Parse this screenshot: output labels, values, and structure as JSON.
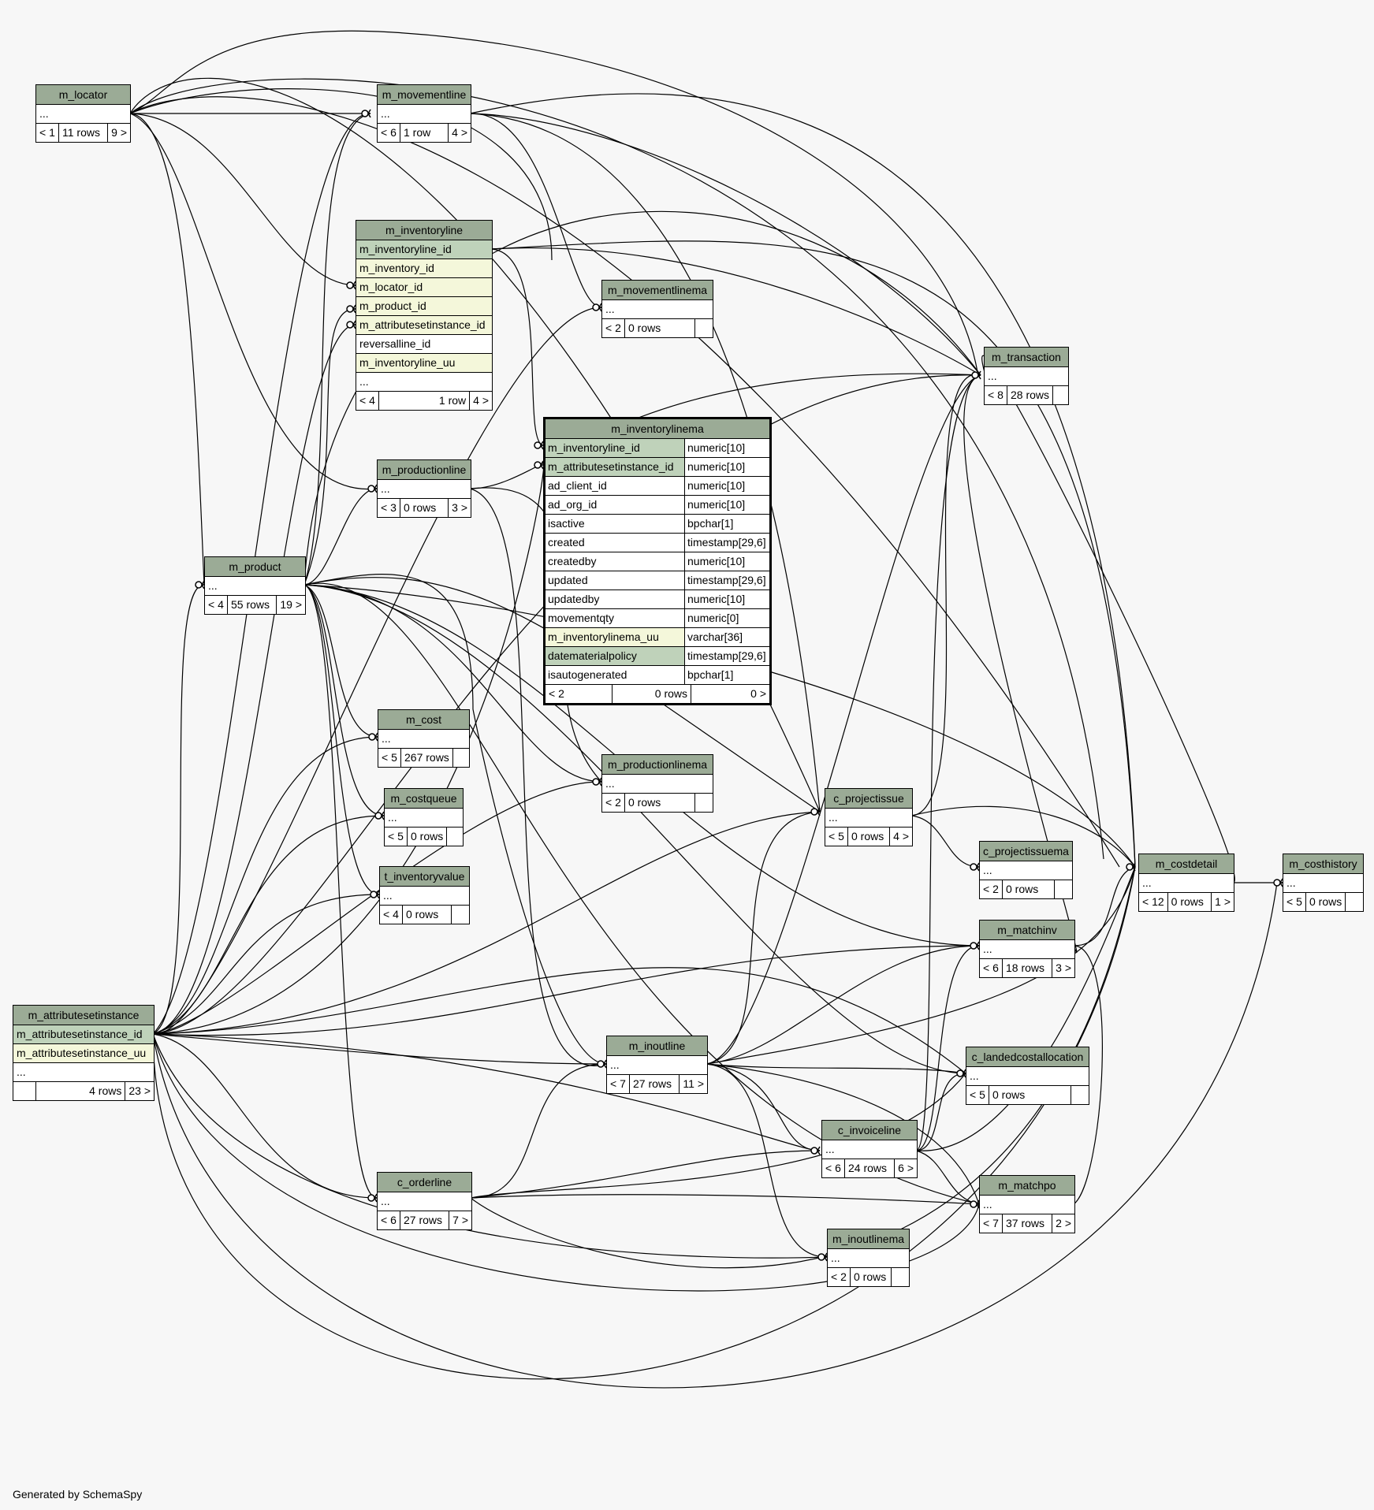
{
  "footer": "Generated by SchemaSpy",
  "colors": {
    "header": "#9bab96",
    "primary_key": "#bfd2ba",
    "foreign_key": "#f4f7da",
    "background": "#f7f7f7"
  },
  "tables": {
    "m_locator": {
      "name": "m_locator",
      "rows": [
        "..."
      ],
      "parents": "< 1",
      "count": "11 rows",
      "children": "9 >"
    },
    "m_movementline": {
      "name": "m_movementline",
      "rows": [
        "..."
      ],
      "parents": "< 6",
      "count": "1 row",
      "children": "4 >"
    },
    "m_inventoryline": {
      "name": "m_inventoryline",
      "rows": [
        "m_inventoryline_id",
        "m_inventory_id",
        "m_locator_id",
        "m_product_id",
        "m_attributesetinstance_id",
        "reversalline_id",
        "m_inventoryline_uu",
        "..."
      ],
      "parents": "< 4",
      "count": "1 row",
      "children": "4 >"
    },
    "m_movementlinema": {
      "name": "m_movementlinema",
      "rows": [
        "..."
      ],
      "parents": "< 2",
      "count": "0 rows",
      "children": ""
    },
    "m_transaction": {
      "name": "m_transaction",
      "rows": [
        "..."
      ],
      "parents": "< 8",
      "count": "28 rows",
      "children": ""
    },
    "m_productionline": {
      "name": "m_productionline",
      "rows": [
        "..."
      ],
      "parents": "< 3",
      "count": "0 rows",
      "children": "3 >"
    },
    "m_product": {
      "name": "m_product",
      "rows": [
        "..."
      ],
      "parents": "< 4",
      "count": "55 rows",
      "children": "19 >"
    },
    "m_cost": {
      "name": "m_cost",
      "rows": [
        "..."
      ],
      "parents": "< 5",
      "count": "267 rows",
      "children": ""
    },
    "m_costqueue": {
      "name": "m_costqueue",
      "rows": [
        "..."
      ],
      "parents": "< 5",
      "count": "0 rows",
      "children": ""
    },
    "t_inventoryvalue": {
      "name": "t_inventoryvalue",
      "rows": [
        "..."
      ],
      "parents": "< 4",
      "count": "0 rows",
      "children": ""
    },
    "m_productionlinema": {
      "name": "m_productionlinema",
      "rows": [
        "..."
      ],
      "parents": "< 2",
      "count": "0 rows",
      "children": ""
    },
    "c_projectissue": {
      "name": "c_projectissue",
      "rows": [
        "..."
      ],
      "parents": "< 5",
      "count": "0 rows",
      "children": "4 >"
    },
    "c_projectissuema": {
      "name": "c_projectissuema",
      "rows": [
        "..."
      ],
      "parents": "< 2",
      "count": "0 rows",
      "children": ""
    },
    "m_costdetail": {
      "name": "m_costdetail",
      "rows": [
        "..."
      ],
      "parents": "< 12",
      "count": "0 rows",
      "children": "1 >"
    },
    "m_costhistory": {
      "name": "m_costhistory",
      "rows": [
        "..."
      ],
      "parents": "< 5",
      "count": "0 rows",
      "children": ""
    },
    "m_matchinv": {
      "name": "m_matchinv",
      "rows": [
        "..."
      ],
      "parents": "< 6",
      "count": "18 rows",
      "children": "3 >"
    },
    "m_attributesetinstance": {
      "name": "m_attributesetinstance",
      "rows": [
        "m_attributesetinstance_id",
        "m_attributesetinstance_uu",
        "..."
      ],
      "parents": "",
      "count": "4 rows",
      "children": "23 >"
    },
    "m_inoutline": {
      "name": "m_inoutline",
      "rows": [
        "..."
      ],
      "parents": "< 7",
      "count": "27 rows",
      "children": "11 >"
    },
    "c_landedcostallocation": {
      "name": "c_landedcostallocation",
      "rows": [
        "..."
      ],
      "parents": "< 5",
      "count": "0 rows",
      "children": ""
    },
    "c_invoiceline": {
      "name": "c_invoiceline",
      "rows": [
        "..."
      ],
      "parents": "< 6",
      "count": "24 rows",
      "children": "6 >"
    },
    "c_orderline": {
      "name": "c_orderline",
      "rows": [
        "..."
      ],
      "parents": "< 6",
      "count": "27 rows",
      "children": "7 >"
    },
    "m_matchpo": {
      "name": "m_matchpo",
      "rows": [
        "..."
      ],
      "parents": "< 7",
      "count": "37 rows",
      "children": "2 >"
    },
    "m_inoutlinema": {
      "name": "m_inoutlinema",
      "rows": [
        "..."
      ],
      "parents": "< 2",
      "count": "0 rows",
      "children": ""
    }
  },
  "focus_table": {
    "name": "m_inventorylinema",
    "columns": [
      {
        "name": "m_inventoryline_id",
        "type": "numeric[10]",
        "kind": "pk"
      },
      {
        "name": "m_attributesetinstance_id",
        "type": "numeric[10]",
        "kind": "pk"
      },
      {
        "name": "ad_client_id",
        "type": "numeric[10]",
        "kind": ""
      },
      {
        "name": "ad_org_id",
        "type": "numeric[10]",
        "kind": ""
      },
      {
        "name": "isactive",
        "type": "bpchar[1]",
        "kind": ""
      },
      {
        "name": "created",
        "type": "timestamp[29,6]",
        "kind": ""
      },
      {
        "name": "createdby",
        "type": "numeric[10]",
        "kind": ""
      },
      {
        "name": "updated",
        "type": "timestamp[29,6]",
        "kind": ""
      },
      {
        "name": "updatedby",
        "type": "numeric[10]",
        "kind": ""
      },
      {
        "name": "movementqty",
        "type": "numeric[0]",
        "kind": ""
      },
      {
        "name": "m_inventorylinema_uu",
        "type": "varchar[36]",
        "kind": "fk"
      },
      {
        "name": "datematerialpolicy",
        "type": "timestamp[29,6]",
        "kind": "pk"
      },
      {
        "name": "isautogenerated",
        "type": "bpchar[1]",
        "kind": ""
      }
    ],
    "parents": "< 2",
    "count": "0 rows",
    "children": "0 >"
  }
}
